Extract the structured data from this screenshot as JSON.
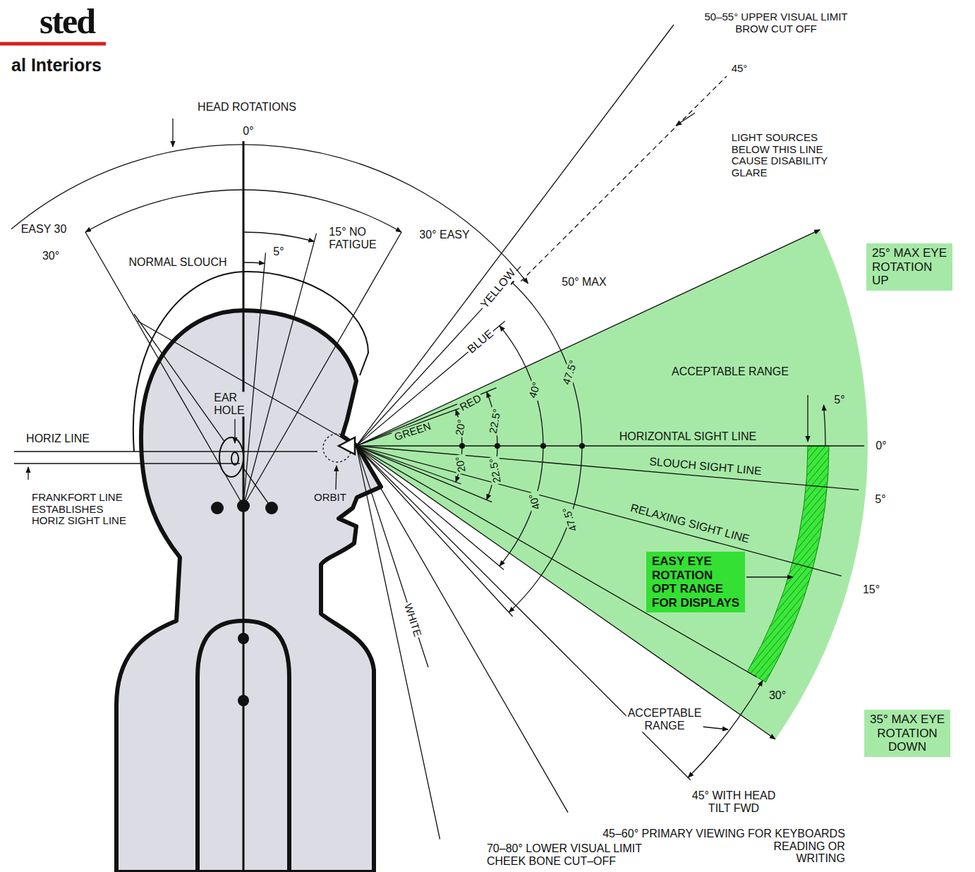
{
  "diagram": {
    "nodes": [
      {
        "text": [
          "25° MAX EYE ROTATION UP"
        ]
      },
      {
        "text": [
          "35° MAX EYE ROTATION DOWN"
        ]
      },
      {
        "text": [
          "EASY EYE ROTATION OPT RANGE FOR DISPLAYS"
        ]
      }
    ],
    "labels": [
      "sted",
      "al Interiors",
      "50–55° UPPER VISUAL LIMIT BROW CUT OFF",
      "45°",
      "LIGHT SOURCES BELOW THIS LINE CAUSE DISABILITY GLARE",
      "HEAD ROTATIONS",
      "0°",
      "EASY 30",
      "30°",
      "NORMAL SLOUCH",
      "5°",
      "15° NO FATIGUE",
      "30° EASY",
      "YELLOW",
      "50° MAX",
      "BLUE",
      "EAR HOLE",
      "HORIZ LINE",
      "FRANKFORT LINE ESTABLISHES HORIZ SIGHT LINE",
      "ORBIT",
      "GREEN",
      "RED",
      "20°",
      "20°",
      "22.5°",
      "22.5°",
      "40°",
      "40°",
      "47.5°",
      "47.5°",
      "ACCEPTABLE RANGE",
      "5°",
      "HORIZONTAL SIGHT LINE",
      "0°",
      "SLOUCH SIGHT LINE",
      "5°",
      "RELAXING SIGHT LINE",
      "15°",
      "30°",
      "ACCEPTABLE RANGE",
      "WHITE",
      "45° WITH HEAD TILT FWD",
      "45–60° PRIMARY VIEWING FOR KEYBOARDS READING OR WRITING",
      "70–80° LOWER VISUAL LIMIT CHEEK BONE CUT–OFF"
    ]
  }
}
